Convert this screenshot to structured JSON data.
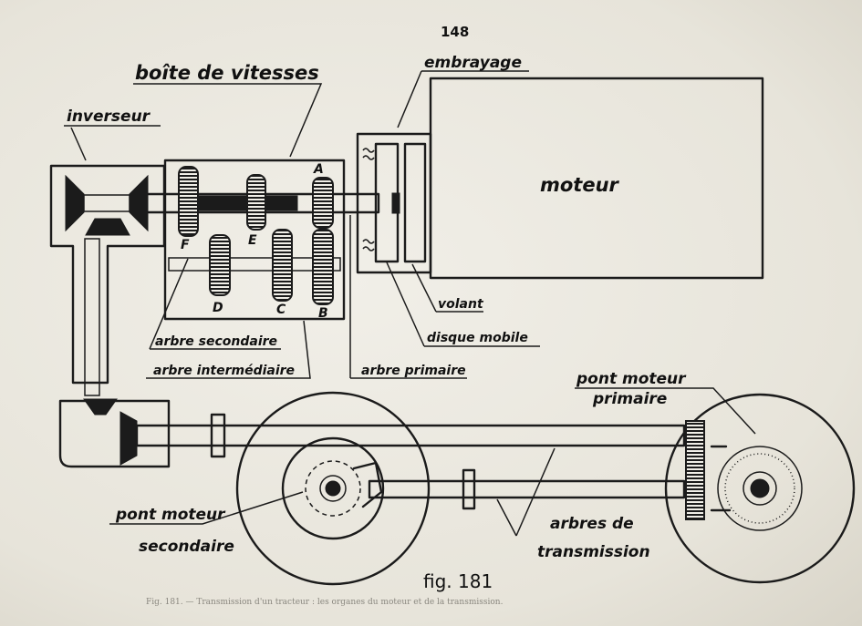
{
  "page_number": "148",
  "figure_caption": "fig. 181",
  "labels": {
    "boite_de_vitesses": "boîte de vitesses",
    "inverseur": "inverseur",
    "embrayage": "embrayage",
    "moteur": "moteur",
    "gear_a": "A",
    "gear_b": "B",
    "gear_c": "C",
    "gear_d": "D",
    "gear_e": "E",
    "gear_f": "F",
    "volant": "volant",
    "disque_mobile": "disque mobile",
    "arbre_secondaire": "arbre secondaire",
    "arbre_intermediaire": "arbre intermédiaire",
    "arbre_primaire": "arbre primaire",
    "pont_moteur_primaire_1": "pont moteur",
    "pont_moteur_primaire_2": "primaire",
    "pont_moteur_secondaire_1": "pont moteur",
    "pont_moteur_secondaire_2": "secondaire",
    "arbres_de_transmission_1": "arbres de",
    "arbres_de_transmission_2": "transmission"
  },
  "footnote": "Fig. 181. — Transmission d'un tracteur : les organes du moteur et de la transmission."
}
